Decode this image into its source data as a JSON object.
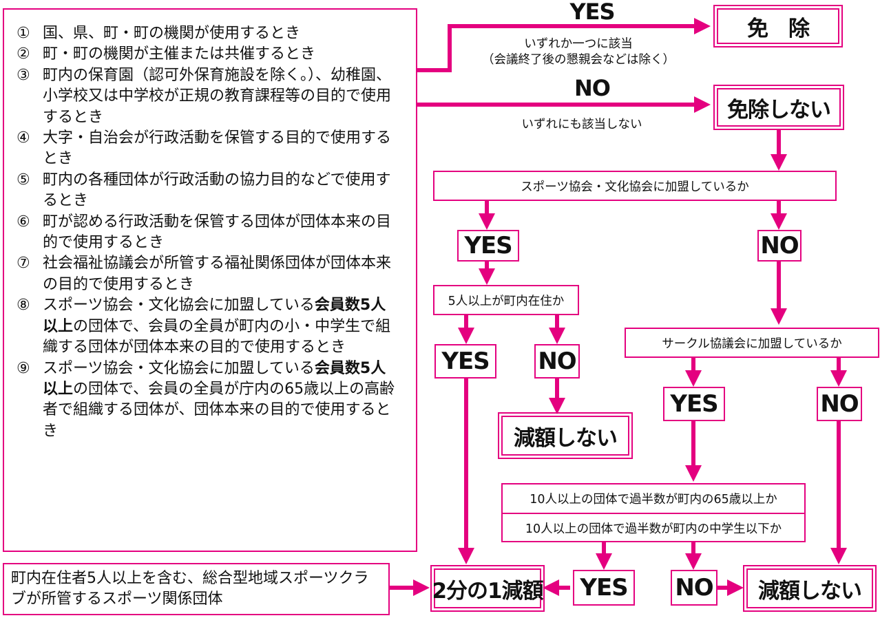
{
  "conditions": [
    {
      "num": "①",
      "parts": [
        {
          "t": "国、県、町・町の機関が使用するとき"
        }
      ]
    },
    {
      "num": "②",
      "parts": [
        {
          "t": "町・町の機関が主催または共催するとき"
        }
      ]
    },
    {
      "num": "③",
      "parts": [
        {
          "t": "町内の保育園（認可外保育施設を除く。）、幼稚園、小学校又は中学校が正規の教育課程等の目的で使用するとき"
        }
      ]
    },
    {
      "num": "④",
      "parts": [
        {
          "t": "大字・自治会が行政活動を保管する目的で使用するとき"
        }
      ]
    },
    {
      "num": "⑤",
      "parts": [
        {
          "t": "町内の各種団体が行政活動の協力目的などで使用するとき"
        }
      ]
    },
    {
      "num": "⑥",
      "parts": [
        {
          "t": "町が認める行政活動を保管する団体が団体本来の目的で使用するとき"
        }
      ]
    },
    {
      "num": "⑦",
      "parts": [
        {
          "t": "社会福祉協議会が所管する福祉関係団体が団体本来の目的で使用するとき"
        }
      ]
    },
    {
      "num": "⑧",
      "parts": [
        {
          "t": "スポーツ協会・文化協会に加盟している"
        },
        {
          "t": "会員数5人以上",
          "b": true
        },
        {
          "t": "の団体で、会員の全員が町内の小・中学生で組織する団体が団体本来の目的で使用するとき"
        }
      ]
    },
    {
      "num": "⑨",
      "parts": [
        {
          "t": "スポーツ協会・文化協会に加盟している"
        },
        {
          "t": "会員数5人以上",
          "b": true
        },
        {
          "t": "の団体で、会員の全員が庁内の65歳以上の高齢者で組織する団体が、団体本来の目的で使用するとき"
        }
      ]
    }
  ],
  "bottom_condition": "町内在住者5人以上を含む、総合型地域スポーツクラブが所管するスポーツ関係団体",
  "top_branch": {
    "yes_label": "YES",
    "yes_note": "いずれか一つに該当\n（会議終了後の懇親会などは除く）",
    "exempt": "免　除",
    "no_label": "NO",
    "no_note": "いずれにも該当しない",
    "not_exempt": "免除しない"
  },
  "q_association": "スポーツ協会・文化協会に加盟しているか",
  "q_residents": "5人以上が町内在住か",
  "q_circle": "サークル協議会に加盟しているか",
  "q_elderly": "10人以上の団体で過半数が町内の65歳以上か",
  "q_students": "10人以上の団体で過半数が町内の中学生以下か",
  "answers": {
    "yes_association": "YES",
    "no_association": "NO",
    "yes_residents": "YES",
    "no_residents": "NO",
    "yes_circle": "YES",
    "no_circle": "NO",
    "yes_majority": "YES",
    "no_majority": "NO"
  },
  "results": {
    "no_reduction_1": "減額しない",
    "half_reduction": "2分の1減額",
    "no_reduction_2": "減額しない"
  },
  "colors": {
    "accent": "#e4007f",
    "text": "#111111",
    "background": "#ffffff"
  }
}
